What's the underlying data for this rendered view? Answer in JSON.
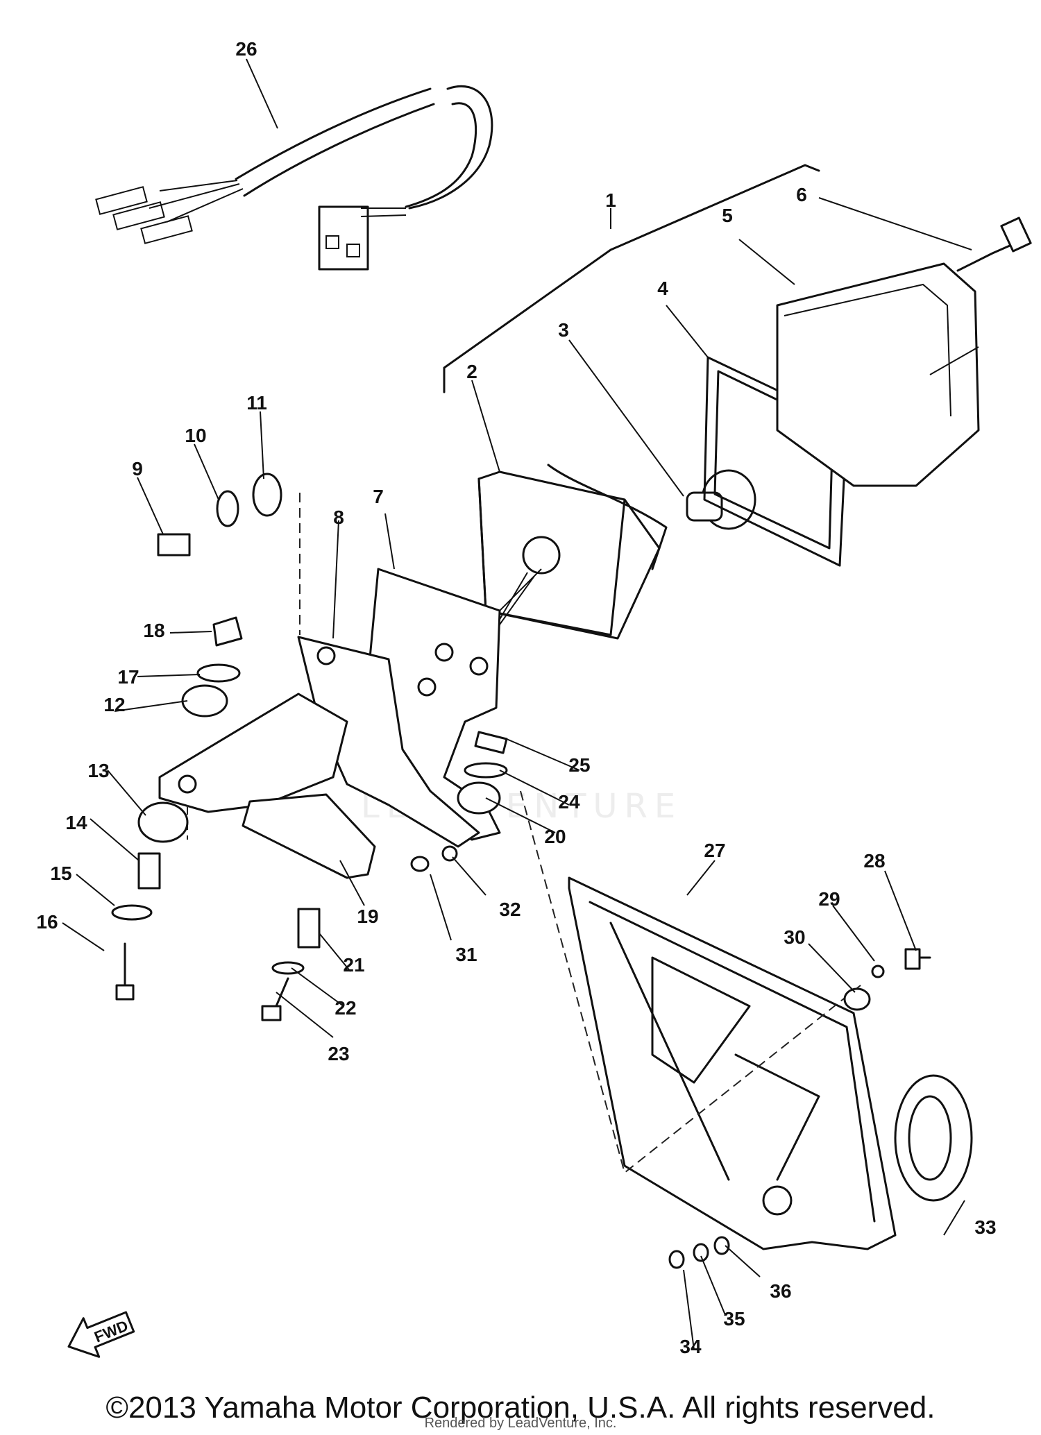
{
  "diagram": {
    "part_labels": [
      "1",
      "2",
      "3",
      "4",
      "5",
      "6",
      "7",
      "8",
      "9",
      "10",
      "11",
      "12",
      "13",
      "14",
      "15",
      "16",
      "17",
      "18",
      "19",
      "20",
      "21",
      "22",
      "23",
      "24",
      "25",
      "26",
      "27",
      "28",
      "29",
      "30",
      "31",
      "32",
      "33",
      "34",
      "35",
      "36"
    ],
    "fwd_arrow": "FWD",
    "watermark": "LEADVENTURE"
  },
  "footer": {
    "copyright": "©2013 Yamaha Motor Corporation, U.S.A. All rights reserved.",
    "rendered_by": "Rendered by LeadVenture, Inc."
  }
}
